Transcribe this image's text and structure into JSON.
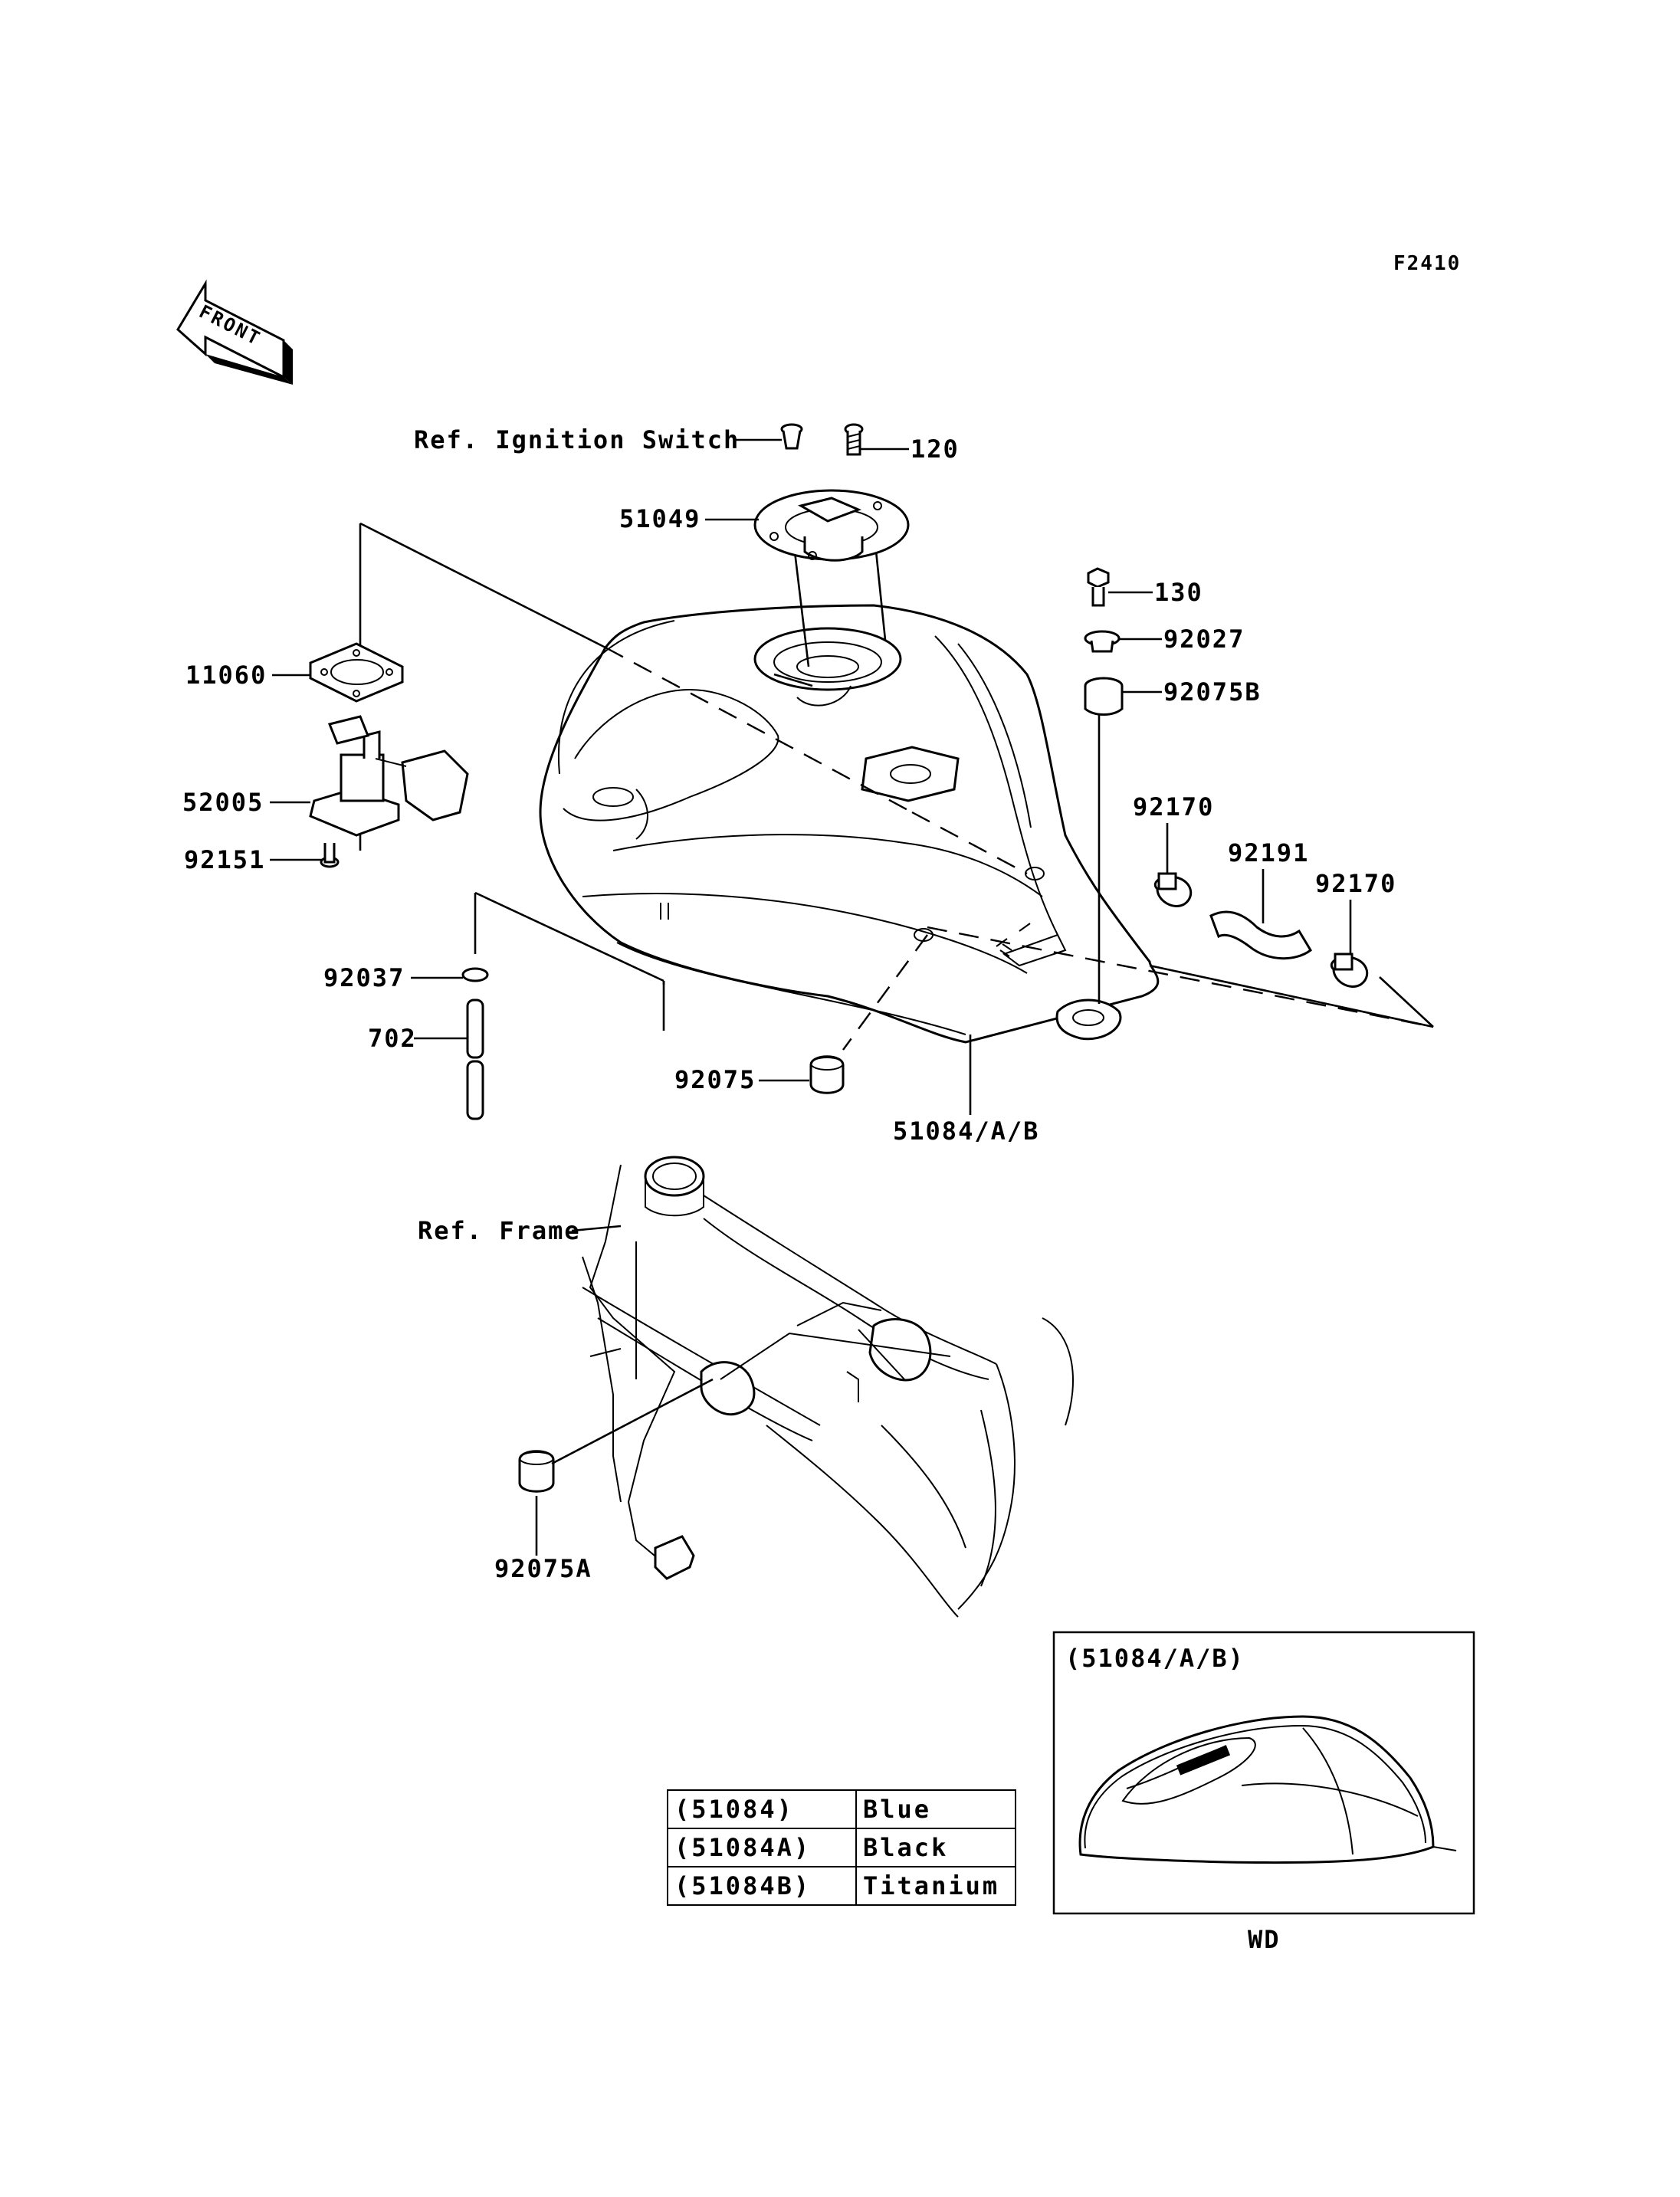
{
  "figure_code": "F2410",
  "front_arrow": {
    "text": "FRONT"
  },
  "callouts": {
    "ref_ignition_switch": "Ref. Ignition Switch",
    "p120": "120",
    "p51049": "51049",
    "p130": "130",
    "p92027": "92027",
    "p92075B": "92075B",
    "p11060": "11060",
    "p52005": "52005",
    "p92151": "92151",
    "p92170_left": "92170",
    "p92191": "92191",
    "p92170_right": "92170",
    "p92037": "92037",
    "p702": "702",
    "p92075": "92075",
    "p51084": "51084/A/B",
    "ref_frame": "Ref. Frame",
    "p92075A": "92075A"
  },
  "inset": {
    "title": "(51084/A/B)",
    "caption": "WD"
  },
  "color_table": {
    "rows": [
      {
        "code": "(51084)",
        "color": "Blue"
      },
      {
        "code": "(51084A)",
        "color": "Black"
      },
      {
        "code": "(51084B)",
        "color": "Titanium"
      }
    ]
  }
}
